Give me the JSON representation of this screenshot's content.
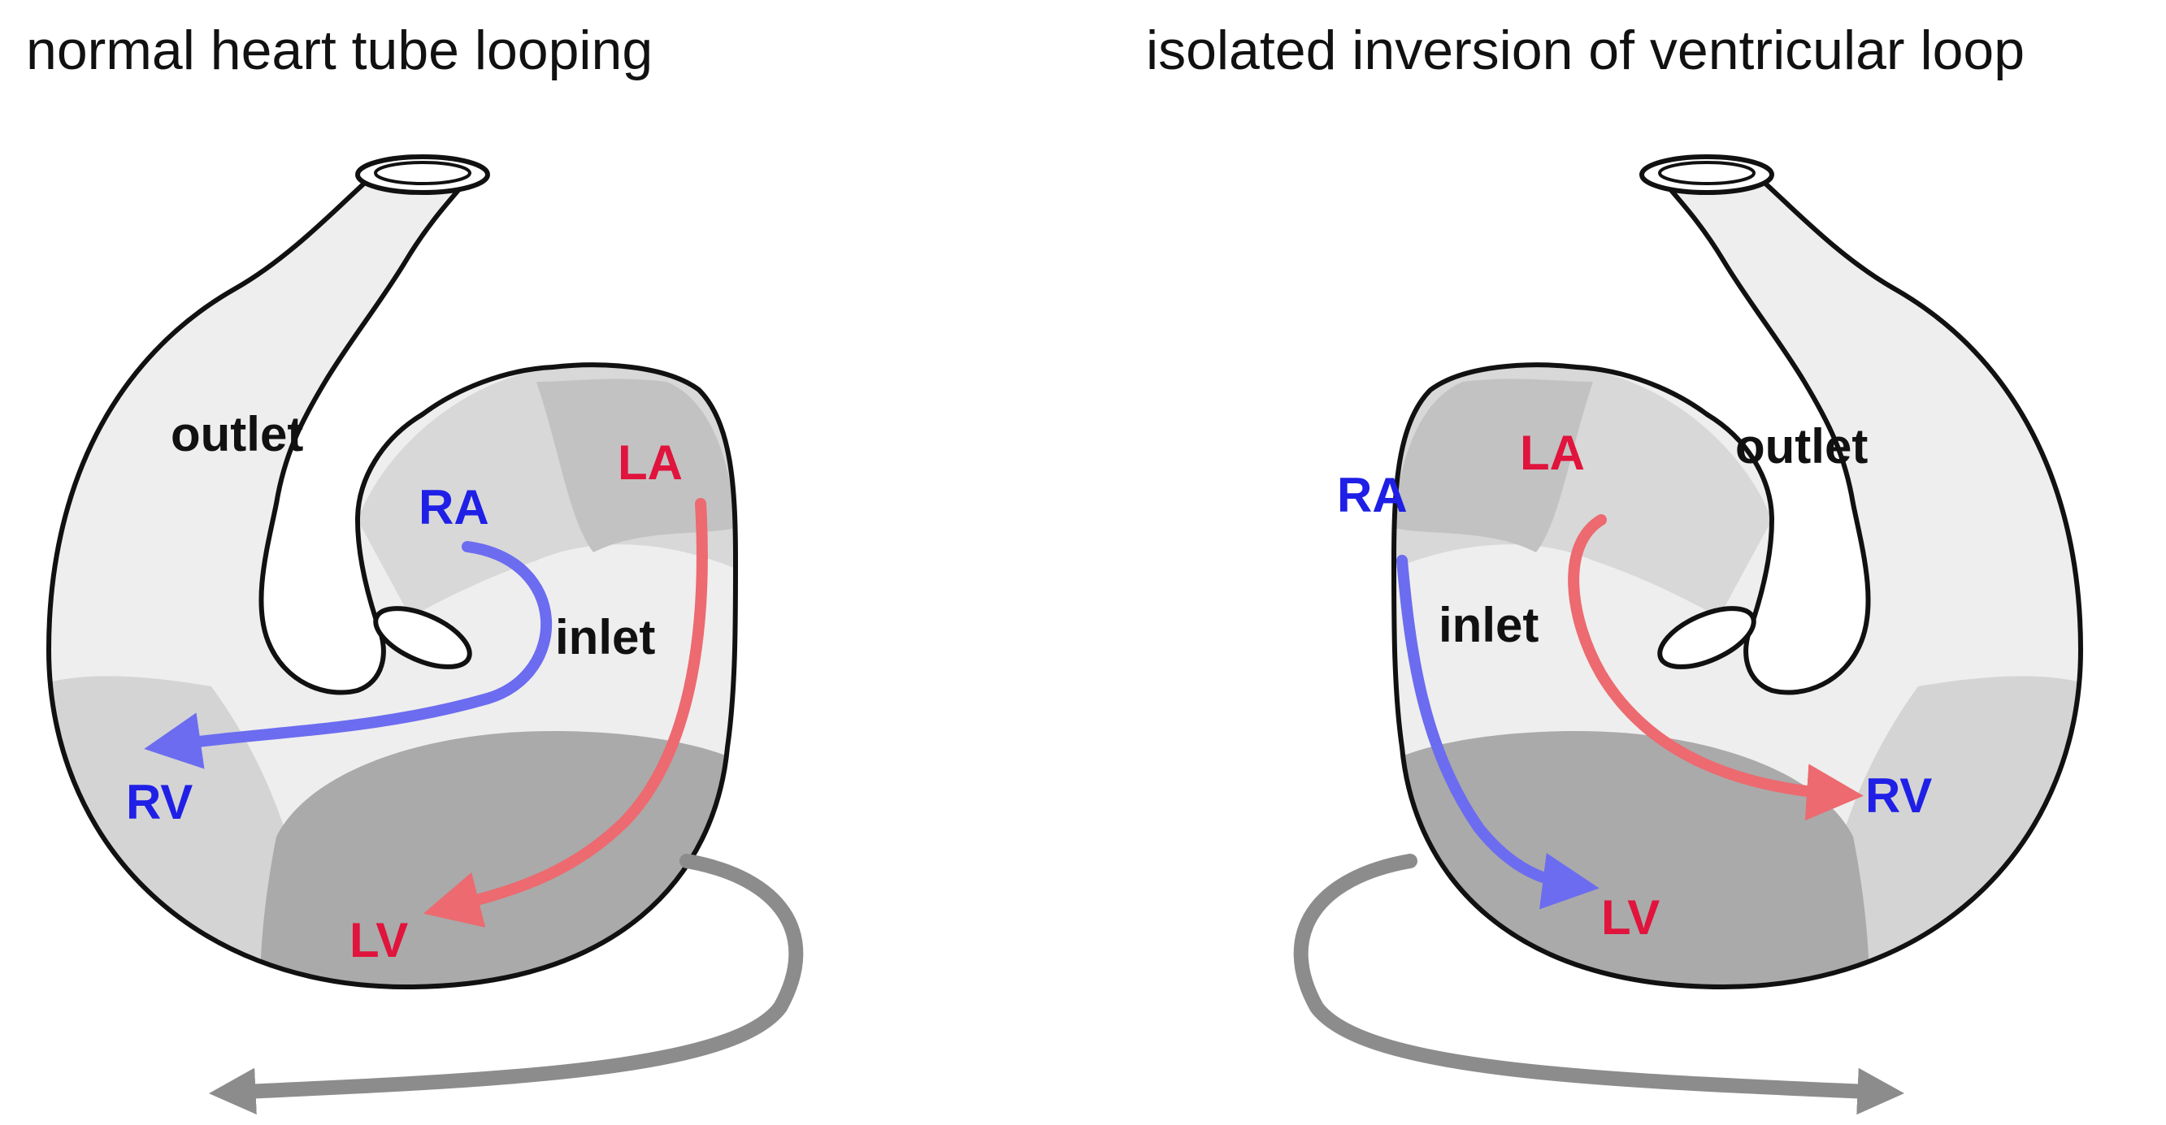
{
  "panels": [
    {
      "title": "normal heart tube looping",
      "labels": {
        "outlet": "outlet",
        "inlet": "inlet",
        "ra": "RA",
        "la": "LA",
        "rv": "RV",
        "lv": "LV"
      }
    },
    {
      "title": "isolated inversion of ventricular loop",
      "labels": {
        "outlet": "outlet",
        "inlet": "inlet",
        "ra": "RA",
        "la": "LA",
        "rv": "RV",
        "lv": "LV"
      }
    }
  ],
  "colors": {
    "right_side": "#1f1fe6",
    "left_side": "#e0143c",
    "blue_flow": "#6c6cf0",
    "red_flow": "#ec6a70",
    "loop_arrow": "#8c8c8c",
    "heart_light": "#eeeeee",
    "heart_mid": "#d6d6d6",
    "heart_dark": "#aaaaaa",
    "outline": "#111111"
  }
}
